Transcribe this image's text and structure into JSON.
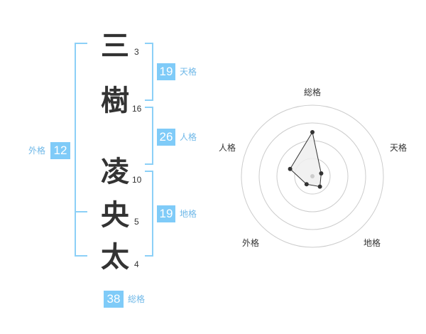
{
  "name": {
    "characters": [
      {
        "char": "三",
        "strokes": "3"
      },
      {
        "char": "樹",
        "strokes": "16"
      },
      {
        "char": "凌",
        "strokes": "10"
      },
      {
        "char": "央",
        "strokes": "5"
      },
      {
        "char": "太",
        "strokes": "4"
      }
    ]
  },
  "fortune": {
    "tenkaku": {
      "value": "19",
      "label": "天格"
    },
    "jinkaku": {
      "value": "26",
      "label": "人格"
    },
    "chikaku": {
      "value": "19",
      "label": "地格"
    },
    "gaikaku": {
      "value": "12",
      "label": "外格"
    },
    "soukaku": {
      "value": "38",
      "label": "総格"
    }
  },
  "radar": {
    "axes": [
      "総格",
      "天格",
      "地格",
      "外格",
      "人格"
    ],
    "values": [
      0.62,
      0.13,
      0.18,
      0.14,
      0.33
    ],
    "ring_count": 4,
    "ring_color": "#cccccc",
    "fill_color": "#eeeeee",
    "line_color": "#333333",
    "center_color": "#cccccc"
  },
  "colors": {
    "accent": "#7fcbf8",
    "bracket": "#8cd0f7",
    "label": "#6fb8e8",
    "text": "#333333"
  }
}
